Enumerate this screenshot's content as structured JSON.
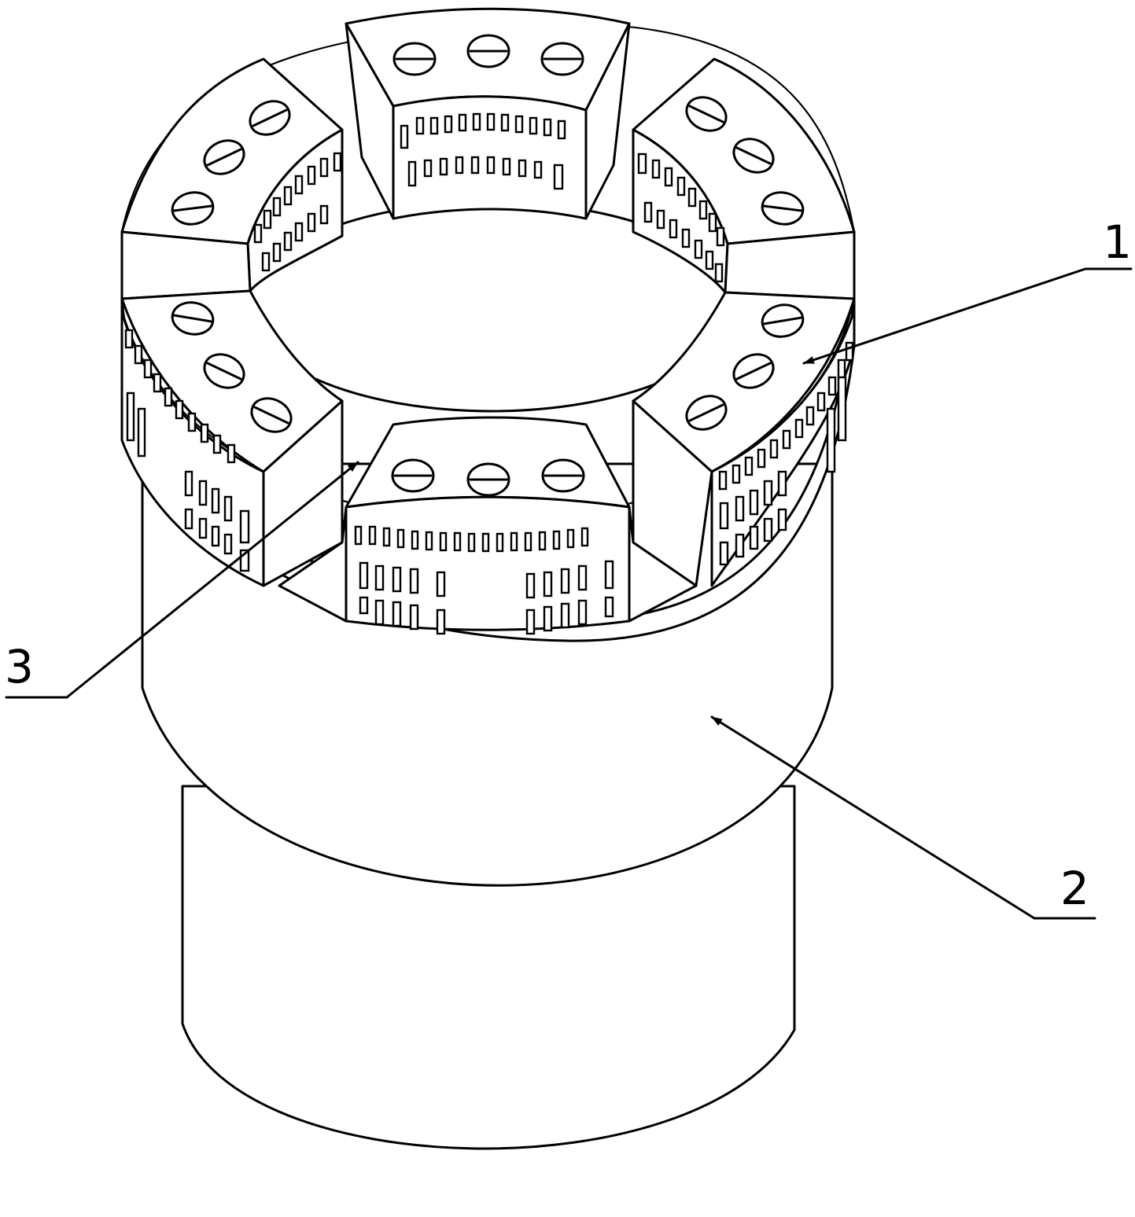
{
  "drawing": {
    "labels": {
      "part_1": "1",
      "part_2": "2",
      "part_3": "3"
    },
    "icons": {
      "bit_body": "drill-bit-body",
      "cutter_block": "cutter-block",
      "waterway": "water-channel",
      "leader_arrow": "arrow"
    },
    "colors": {
      "line": "#000000",
      "background": "#ffffff"
    }
  }
}
